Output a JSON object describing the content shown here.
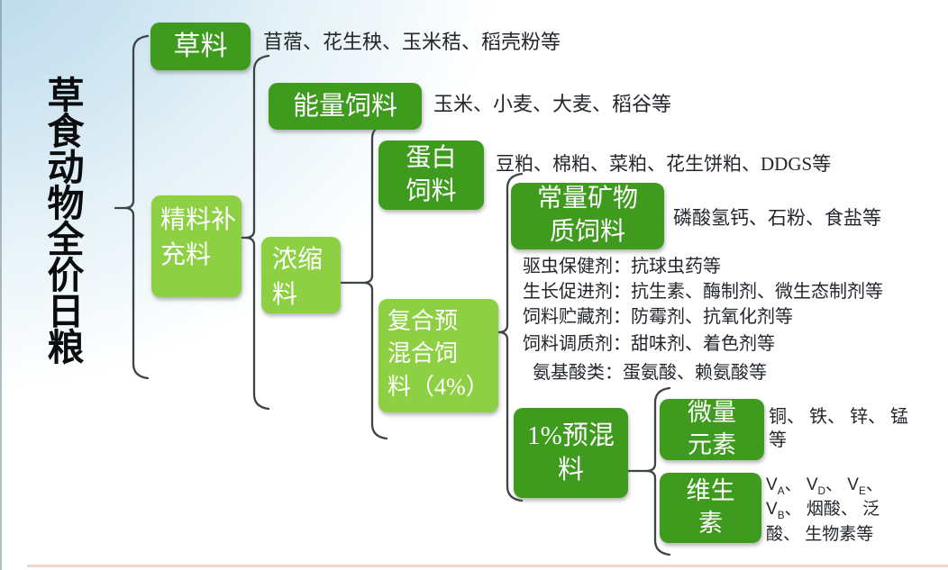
{
  "title": "草食动物全价日粮",
  "colors": {
    "dark_green": "#3E9B1E",
    "light_green": "#8DD044",
    "connector": "#3E4347",
    "bottom_line_pink": "#F3D3CE"
  },
  "nodes": {
    "grass": {
      "label": "草料",
      "desc": "苜蓿、花生秧、玉米秸、稻壳粉等"
    },
    "concentrate_supplement": {
      "label": "精料补\n充料"
    },
    "energy_feed": {
      "label": "能量饲料",
      "desc": "玉米、小麦、大麦、稻谷等"
    },
    "protein_feed": {
      "label": "蛋白\n饲料",
      "desc": "豆粕、棉粕、菜粕、花生饼粕、DDGS等"
    },
    "concentrate": {
      "label": "浓缩\n料"
    },
    "macro_mineral_feed": {
      "label": "常量矿物\n质饲料",
      "desc": "磷酸氢钙、石粉、食盐等"
    },
    "compound_premix": {
      "label": "复合预\n混合饲\n料（4%）"
    },
    "additives": [
      "驱虫保健剂：抗球虫药等",
      "生长促进剂：抗生素、酶制剂、微生态制剂等",
      "饲料贮藏剂：防霉剂、抗氧化剂等",
      "饲料调质剂：甜味剂、着色剂等",
      "氨基酸类：蛋氨酸、赖氨酸等"
    ],
    "one_percent_premix": {
      "label": "1%预混\n料"
    },
    "trace_elements": {
      "label": "微量\n元素",
      "desc": "铜、 铁、 锌、 锰\n等"
    },
    "vitamins": {
      "label": "维生\n素",
      "desc": "V_A_、 V_D_、 V_E_、\nV_B_、 烟酸、 泛\n酸、 生物素等"
    }
  }
}
